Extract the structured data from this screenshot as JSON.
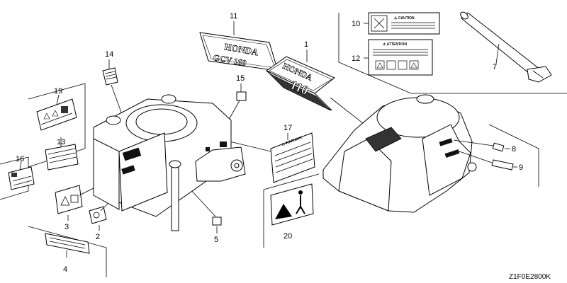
{
  "diagram_code": "Z1F0E2800K",
  "callouts": {
    "c1": "1",
    "c2": "2",
    "c3": "3",
    "c4": "4",
    "c5": "5",
    "c7": "7",
    "c8": "8",
    "c9": "9",
    "c10": "10",
    "c11": "11",
    "c12": "12",
    "c13": "13",
    "c14": "14",
    "c15": "15",
    "c16": "16",
    "c17": "17",
    "c19": "19",
    "c20": "20"
  },
  "labels": {
    "brand": "HONDA",
    "model_11": "GCV 160",
    "model_1": "110",
    "caution": "⚠ CAUTION",
    "attention": "⚠ ATTENTION",
    "warning": "⚠ WARNING"
  }
}
